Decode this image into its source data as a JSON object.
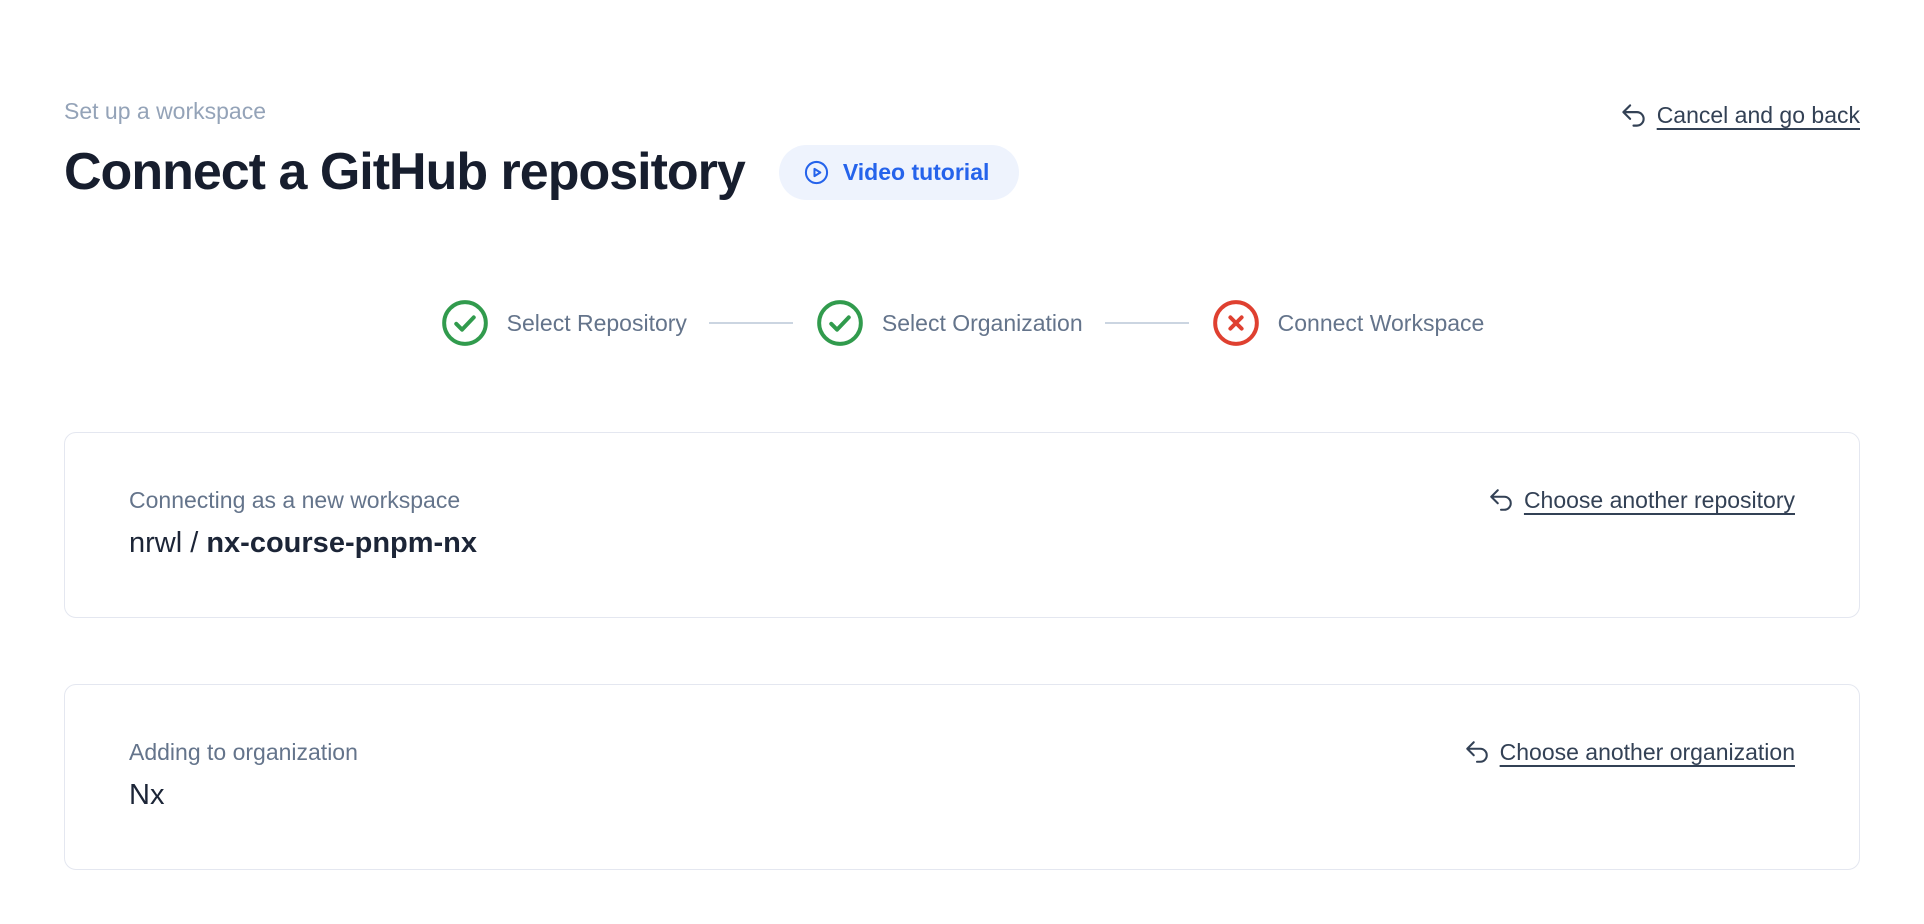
{
  "header": {
    "eyebrow": "Set up a workspace",
    "title": "Connect a GitHub repository",
    "video_tutorial_label": "Video tutorial",
    "cancel_label": "Cancel and go back"
  },
  "stepper": {
    "steps": [
      {
        "label": "Select Repository",
        "status": "success"
      },
      {
        "label": "Select Organization",
        "status": "success"
      },
      {
        "label": "Connect Workspace",
        "status": "error"
      }
    ]
  },
  "repository_card": {
    "label": "Connecting as a new workspace",
    "owner_prefix": "nrwl / ",
    "repo_name": "nx-course-pnpm-nx",
    "action_label": "Choose another repository"
  },
  "organization_card": {
    "label": "Adding to organization",
    "org_name": "Nx",
    "action_label": "Choose another organization"
  },
  "icons": {
    "video_button": "play-circle-icon",
    "back_links": "undo-arrow-icon",
    "step_done": "check-circle-icon",
    "step_failed": "x-circle-icon"
  },
  "colors": {
    "success_green": "#319b4d",
    "error_red": "#df4030",
    "accent_blue": "#2563eb",
    "pill_background": "#eef3fd",
    "muted_text": "#64748b",
    "eyebrow_text": "#94a3b8",
    "link_text": "#334155",
    "card_border": "#e4e7f0",
    "connector_line": "#cbd5e1"
  }
}
